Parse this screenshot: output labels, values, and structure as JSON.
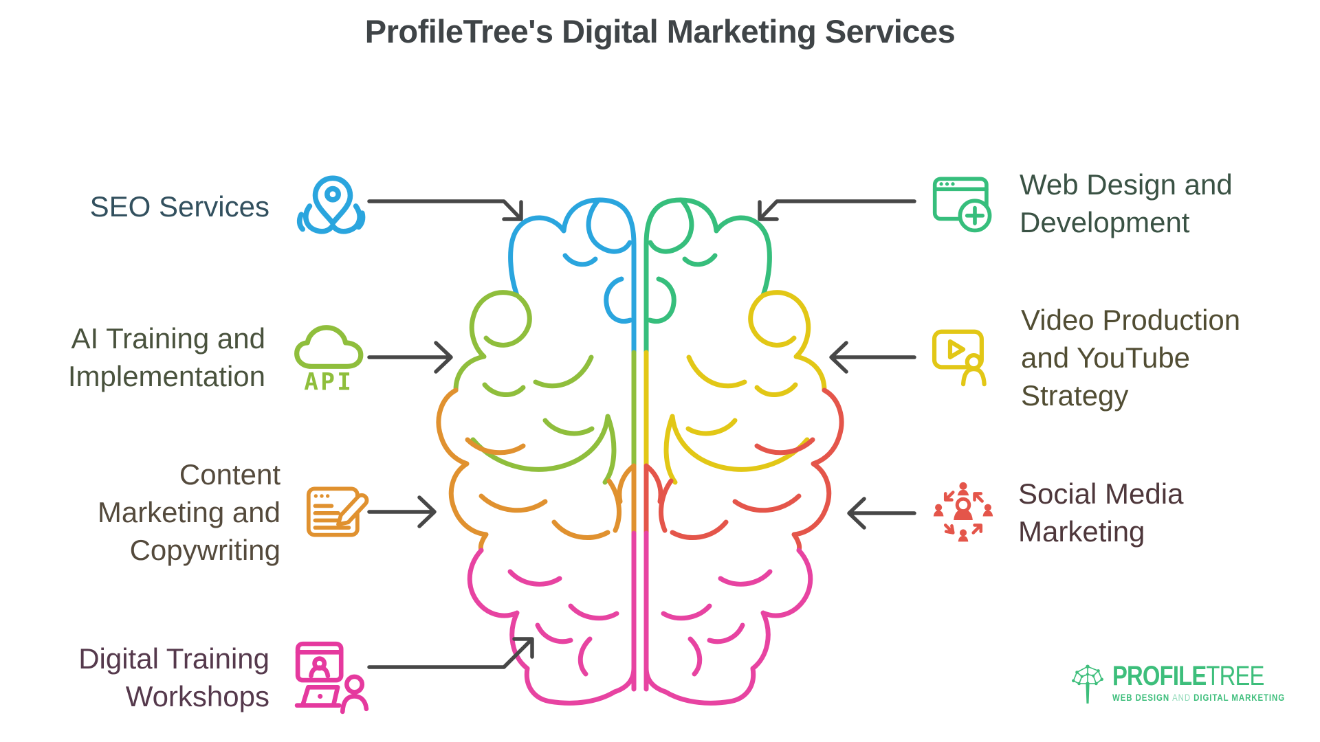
{
  "title": "ProfileTree's Digital Marketing Services",
  "services": {
    "left": [
      {
        "label": "SEO Services",
        "icon": "location-pin-seo",
        "accent": "#2AA5DE",
        "text_color": "#32505E"
      },
      {
        "label": "AI Training and\nImplementation",
        "icon": "cloud-api",
        "icon_text": "API",
        "accent": "#8FBE3C",
        "text_color": "#49523D"
      },
      {
        "label": "Content\nMarketing and\nCopywriting",
        "icon": "document-with-pencil",
        "accent": "#E0912F",
        "text_color": "#544A3C"
      },
      {
        "label": "Digital Training\nWorkshops",
        "icon": "online-workshop",
        "accent": "#E5399E",
        "text_color": "#55394C"
      }
    ],
    "right": [
      {
        "label": "Web Design and\nDevelopment",
        "icon": "browser-window-plus",
        "accent": "#36BE7C",
        "text_color": "#3A5244"
      },
      {
        "label": "Video Production\nand YouTube\nStrategy",
        "icon": "video-presenter",
        "accent": "#E2C716",
        "text_color": "#514D33"
      },
      {
        "label": "Social Media\nMarketing",
        "icon": "people-network",
        "accent": "#E4554A",
        "text_color": "#4E373B"
      }
    ]
  },
  "brain": {
    "left_hemisphere_colors": [
      "#2AA5DE",
      "#8FBE3C",
      "#E0912F",
      "#E743A1"
    ],
    "right_hemisphere_colors": [
      "#36BE7C",
      "#E2C716",
      "#E4554A",
      "#E743A1"
    ]
  },
  "arrow_color": "#474747",
  "logo": {
    "brand_bold": "PROFILE",
    "brand_light": "TREE",
    "tagline_part1": "WEB DESIGN",
    "tagline_and": "AND",
    "tagline_part2": "DIGITAL MARKETING",
    "color": "#3DBE7B"
  }
}
